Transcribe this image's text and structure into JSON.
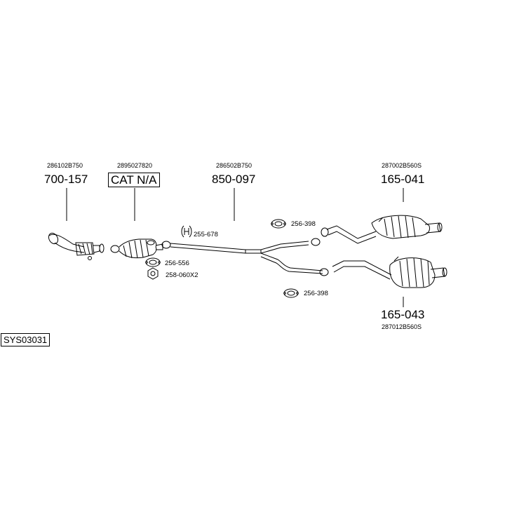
{
  "system_id": "SYS03031",
  "parts": [
    {
      "id": "front-pipe",
      "oem": "286102B750",
      "number": "700-157"
    },
    {
      "id": "catalyst",
      "oem": "2895027820",
      "number": "CAT N/A"
    },
    {
      "id": "center-pipe",
      "oem": "286502B750",
      "number": "850-097"
    },
    {
      "id": "rear-silencer-upper",
      "oem": "287002B560S",
      "number": "165-041"
    },
    {
      "id": "rear-silencer-lower",
      "oem": "287012B560S",
      "number": "165-043"
    }
  ],
  "fittings": {
    "gasket_upper": "256-398",
    "hanger": "255-678",
    "gasket_cat": "256-556",
    "nut": "258-060X2",
    "gasket_lower": "256-398"
  }
}
